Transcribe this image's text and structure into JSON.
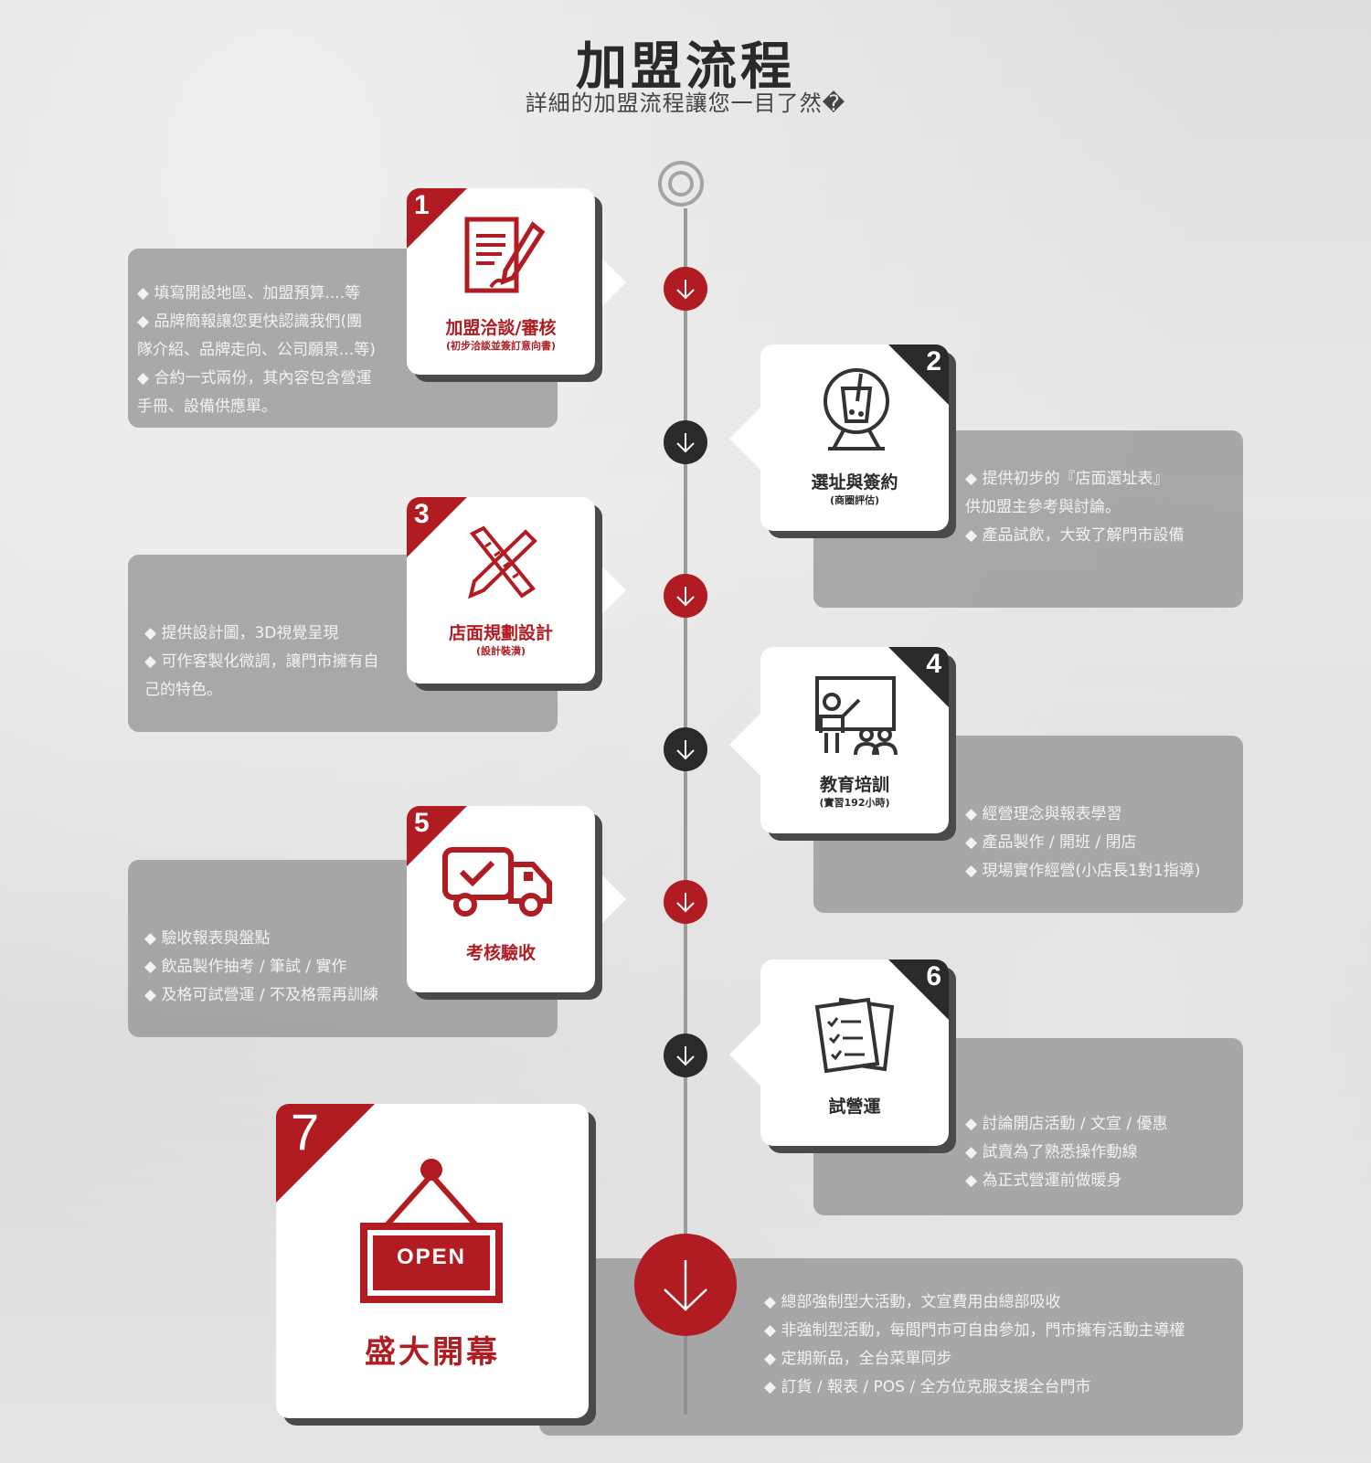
{
  "header": {
    "title": "加盟流程",
    "subtitle": "詳細的加盟流程讓您一目了然�"
  },
  "steps": [
    {
      "number": "1",
      "title": "加盟洽談/審核",
      "subtitle": "(初步洽談並簽訂意向書)",
      "icon": "contract-pen-icon",
      "details": [
        "◆ 填寫開設地區、加盟預算....等",
        "◆ 品牌簡報讓您更快認識我們(團",
        "隊介紹、品牌走向、公司願景...等)",
        "◆ 合約一式兩份，其內容包含營運",
        "手冊、設備供應單。"
      ]
    },
    {
      "number": "2",
      "title": "選址與簽約",
      "subtitle": "(商圈評估)",
      "icon": "drink-location-icon",
      "details": [
        "◆ 提供初步的『店面選址表』",
        "供加盟主參考與討論。",
        "◆ 產品試飲，大致了解門市設備"
      ]
    },
    {
      "number": "3",
      "title": "店面規劃設計",
      "subtitle": "(設計裝潢)",
      "icon": "ruler-pencil-icon",
      "details": [
        "◆ 提供設計圖，3D視覺呈現",
        "◆ 可作客製化微調，讓門市擁有自",
        "己的特色。"
      ]
    },
    {
      "number": "4",
      "title": "教育培訓",
      "subtitle": "(實習192小時)",
      "icon": "classroom-icon",
      "details": [
        "◆ 經營理念與報表學習",
        "◆ 產品製作 / 開班 / 閉店",
        "◆ 現場實作經營(小店長1對1指導)"
      ]
    },
    {
      "number": "5",
      "title": "考核驗收",
      "subtitle": "",
      "icon": "truck-check-icon",
      "details": [
        "◆ 驗收報表與盤點",
        "◆ 飲品製作抽考 / 筆試 / 實作",
        "◆ 及格可試營運 / 不及格需再訓練"
      ]
    },
    {
      "number": "6",
      "title": "試營運",
      "subtitle": "",
      "icon": "checklist-icon",
      "details": [
        "◆ 討論開店活動 / 文宣 / 優惠",
        "◆ 試賣為了熟悉操作動線",
        "◆ 為正式營運前做暖身"
      ]
    },
    {
      "number": "7",
      "title": "盛大開幕",
      "subtitle": "",
      "icon": "open-sign-icon",
      "sign_text": "OPEN",
      "details": [
        "◆ 總部強制型大活動，文宣費用由總部吸收",
        "◆ 非強制型活動，每間門市可自由參加，門市擁有活動主導權",
        "◆ 定期新品，全台菜單同步",
        "◆ 訂貨 / 報表 / POS / 全方位克服支援全台門市"
      ]
    }
  ],
  "colors": {
    "accent": "#b01c22",
    "dark": "#2a2a2a",
    "panel": "#8f8f8f"
  }
}
